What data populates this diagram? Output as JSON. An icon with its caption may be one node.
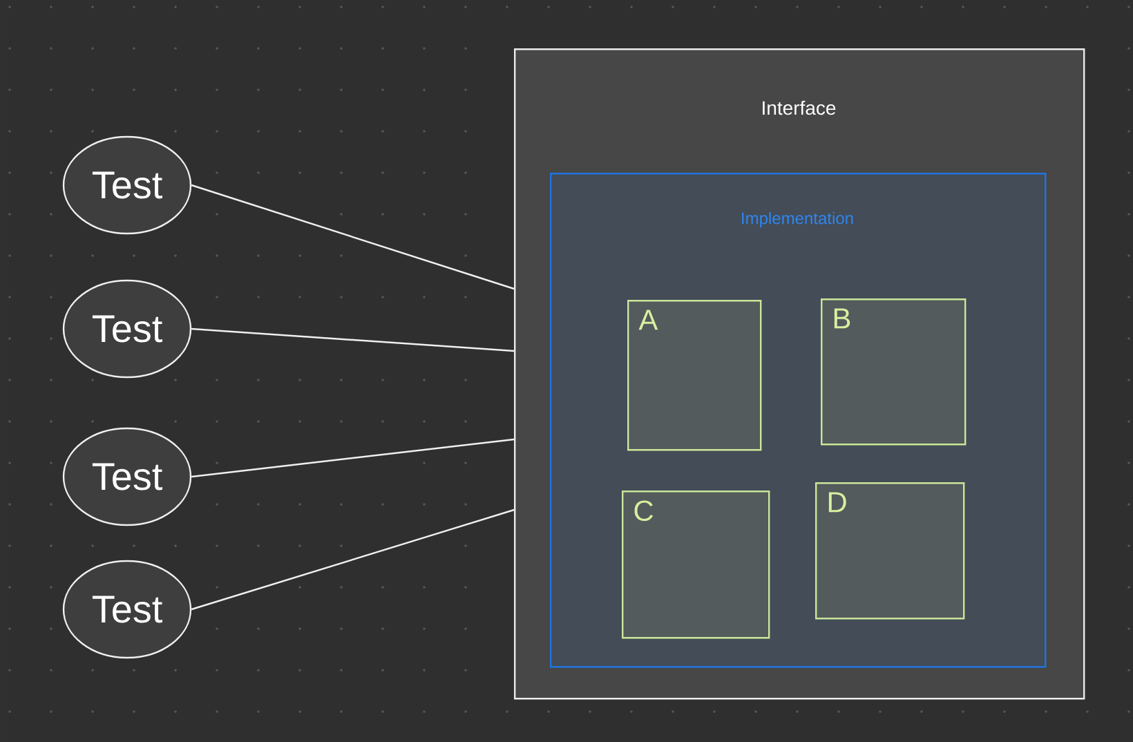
{
  "diagram": {
    "nodes": [
      {
        "text": [
          "Interface"
        ]
      },
      {
        "text": [
          "Implementation"
        ],
        "in": 0
      },
      {
        "text": [
          "A"
        ],
        "in": 1
      },
      {
        "text": [
          "B"
        ],
        "in": 1
      },
      {
        "text": [
          "C"
        ],
        "in": 1
      },
      {
        "text": [
          "D"
        ],
        "in": 1
      },
      {
        "text": [
          "Test"
        ]
      },
      {
        "text": [
          "Test"
        ]
      },
      {
        "text": [
          "Test"
        ]
      },
      {
        "text": [
          "Test"
        ]
      }
    ],
    "edges": [
      {
        "from": 6,
        "to": 0,
        "arrow": "none"
      },
      {
        "from": 7,
        "to": 0,
        "arrow": "none"
      },
      {
        "from": 8,
        "to": 0,
        "arrow": "none"
      },
      {
        "from": 9,
        "to": 0,
        "arrow": "none"
      }
    ]
  }
}
